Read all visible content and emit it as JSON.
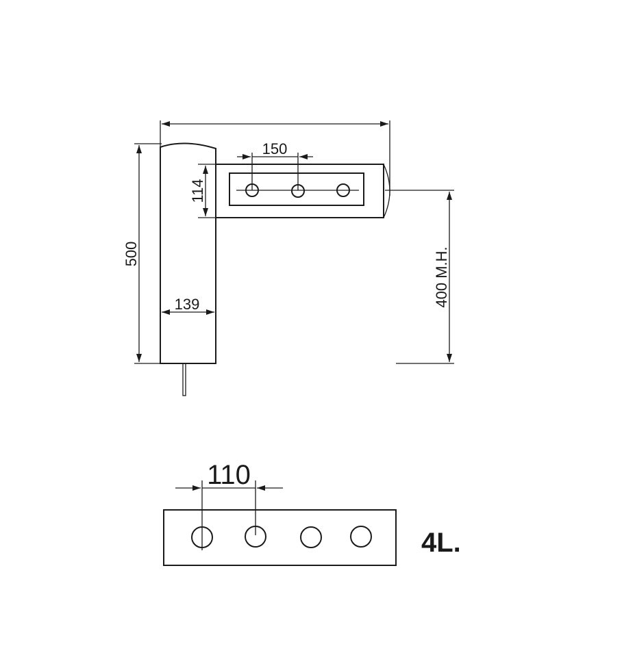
{
  "side_view": {
    "dim_width": "150",
    "dim_arm_height": "114",
    "dim_post_height": "500",
    "dim_post_width": "139",
    "dim_mounting_height": "400 M.H.",
    "arm_holes": 3
  },
  "front_view": {
    "dim_hole_spacing": "110",
    "label": "4L.",
    "holes": 4
  },
  "colors": {
    "line": "#1a1a1a",
    "background": "#ffffff"
  }
}
